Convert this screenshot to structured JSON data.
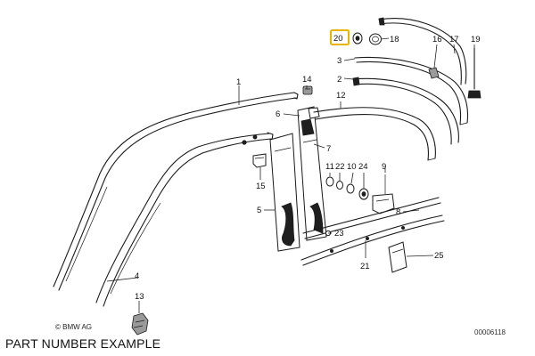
{
  "caption": "PART NUMBER EXAMPLE",
  "copyright": "© BMW AG",
  "drawing_number": "00006118",
  "highlight_color": "#e9b400",
  "highlighted_callout": "20",
  "callouts": [
    "1",
    "2",
    "3",
    "4",
    "5",
    "6",
    "7",
    "8",
    "9",
    "10",
    "11",
    "12",
    "13",
    "14",
    "15",
    "16",
    "17",
    "18",
    "19",
    "20",
    "21",
    "22",
    "23",
    "24",
    "25"
  ]
}
